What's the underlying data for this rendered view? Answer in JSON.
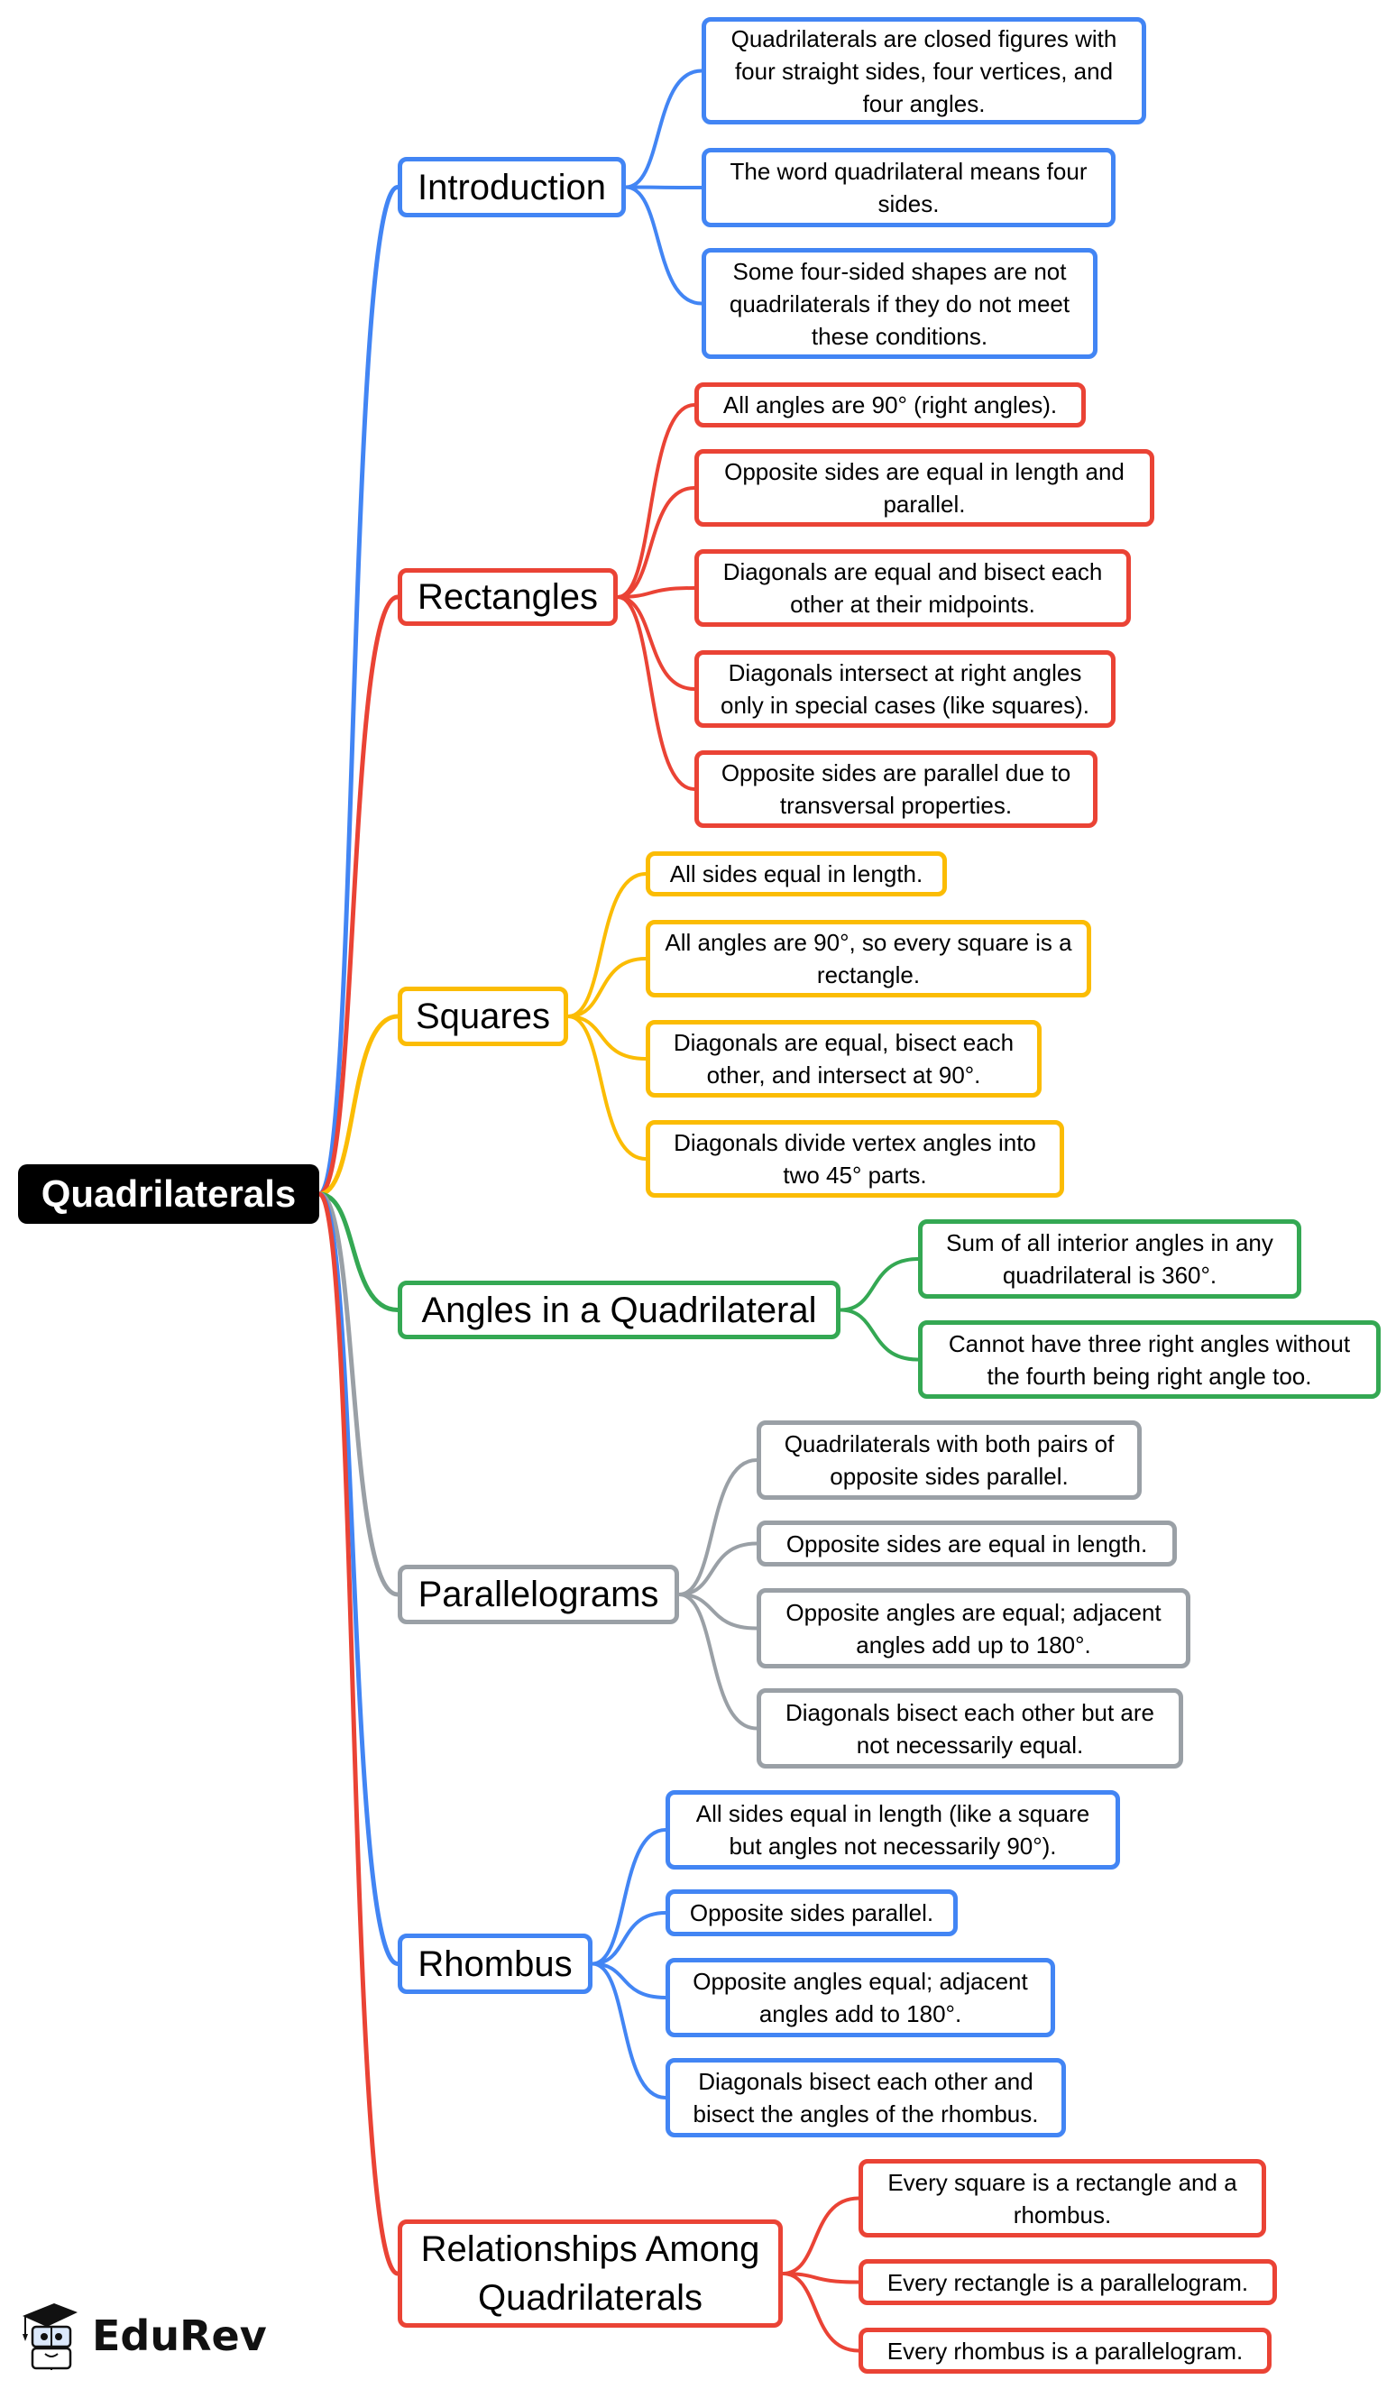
{
  "root": {
    "label": "Quadrilaterals"
  },
  "colors": {
    "blue": "#4285F4",
    "red": "#EA4335",
    "yellow": "#FBBC04",
    "green": "#34A853",
    "gray": "#9AA0A6"
  },
  "branches": [
    {
      "label": "Introduction",
      "color": "#4285F4",
      "children": [
        "Quadrilaterals are closed figures with four straight sides, four vertices, and four angles.",
        "The word quadrilateral means four sides.",
        "Some four-sided shapes are not quadrilaterals if they do not meet these conditions."
      ]
    },
    {
      "label": "Rectangles",
      "color": "#EA4335",
      "children": [
        "All angles are 90° (right angles).",
        "Opposite sides are equal in length and parallel.",
        "Diagonals are equal and bisect each other at their midpoints.",
        "Diagonals intersect at right angles only in special cases (like squares).",
        "Opposite sides are parallel due to transversal properties."
      ]
    },
    {
      "label": "Squares",
      "color": "#FBBC04",
      "children": [
        "All sides equal in length.",
        "All angles are 90°, so every square is a rectangle.",
        "Diagonals are equal, bisect each other, and intersect at 90°.",
        "Diagonals divide vertex angles into two 45° parts."
      ]
    },
    {
      "label": "Angles in a Quadrilateral",
      "color": "#34A853",
      "children": [
        "Sum of all interior angles in any quadrilateral is 360°.",
        "Cannot have three right angles without the fourth being right angle too."
      ]
    },
    {
      "label": "Parallelograms",
      "color": "#9AA0A6",
      "children": [
        "Quadrilaterals with both pairs of opposite sides parallel.",
        "Opposite sides are equal in length.",
        "Opposite angles are equal; adjacent angles add up to 180°.",
        "Diagonals bisect each other but are not necessarily equal."
      ]
    },
    {
      "label": "Rhombus",
      "color": "#4285F4",
      "children": [
        "All sides equal in length (like a square but angles not necessarily 90°).",
        "Opposite sides parallel.",
        "Opposite angles equal; adjacent angles add to 180°.",
        "Diagonals bisect each other and bisect the angles of the rhombus."
      ]
    },
    {
      "label": "Relationships Among Quadrilaterals",
      "color": "#EA4335",
      "children": [
        "Every square is a rectangle and a rhombus.",
        "Every rectangle is a parallelogram.",
        "Every rhombus is a parallelogram."
      ]
    }
  ],
  "logo": {
    "text": "EduRev",
    "icon": "graduate-cap-icon"
  }
}
